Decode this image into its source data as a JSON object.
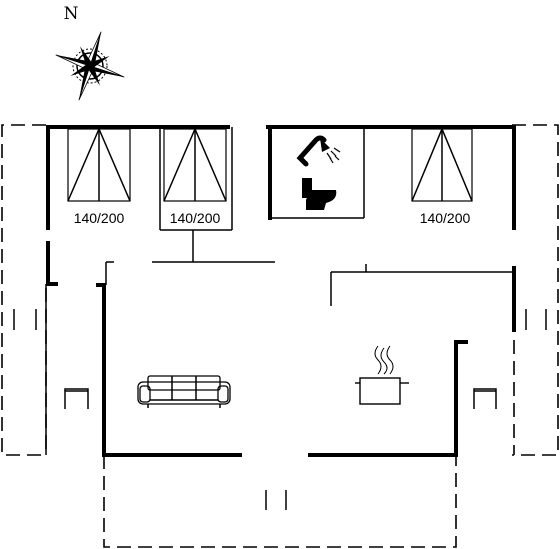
{
  "compass": {
    "north_label": "N"
  },
  "rooms": {
    "bedroom_1": {
      "bed_label": "140/200"
    },
    "bedroom_2": {
      "bed_label": "140/200"
    },
    "bedroom_3": {
      "bed_label": "140/200"
    }
  },
  "icons": {
    "compass": "compass-rose-icon",
    "shower": "shower-icon",
    "toilet": "toilet-icon",
    "sofa": "sofa-icon",
    "cooking_pot": "cooking-pot-icon",
    "chair_left": "chair-icon",
    "chair_right": "chair-icon"
  }
}
